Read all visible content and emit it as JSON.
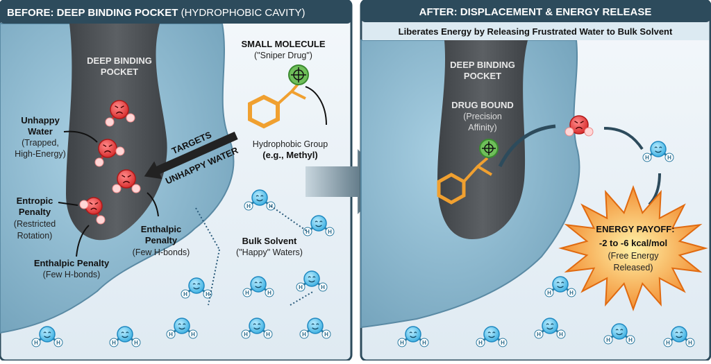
{
  "left_panel": {
    "title_bold": "BEFORE: DEEP BINDING POCKET",
    "title_light": "(HYDROPHOBIC CAVITY)",
    "pocket_label": [
      "DEEP BINDING",
      "POCKET"
    ],
    "small_molecule": {
      "title": "SMALL MOLECULE",
      "subtitle": "(\"Sniper Drug\")"
    },
    "hydrophobic_group": {
      "line1": "Hydrophobic Group",
      "line2": "(e.g., Methyl)"
    },
    "targets_arrow": {
      "line1": "TARGETS",
      "line2": "UNHAPPY WATER"
    },
    "unhappy_water": {
      "title": [
        "Unhappy",
        "Water"
      ],
      "desc": [
        "(Trapped,",
        "High-Energy)"
      ]
    },
    "entropic_penalty": {
      "title": [
        "Entropic",
        "Penalty"
      ],
      "desc": [
        "(Restricted",
        "Rotation)"
      ]
    },
    "enthalpic_penalty_right": {
      "title": [
        "Enthalpic",
        "Penalty"
      ],
      "desc": "(Few H-bonds)"
    },
    "enthalpic_penalty_bottom": {
      "title": "Enthalpic Penalty",
      "desc": "(Few H-bonds)"
    },
    "bulk_solvent": {
      "title": "Bulk Solvent",
      "desc": "(\"Happy\" Waters)"
    }
  },
  "right_panel": {
    "title": "AFTER: DISPLACEMENT & ENERGY RELEASE",
    "subtitle": "Liberates Energy by Releasing Frustrated Water to Bulk Solvent",
    "pocket_label": [
      "DEEP BINDING",
      "POCKET"
    ],
    "drug_bound": {
      "title": "DRUG BOUND",
      "desc": [
        "(Precision",
        "Affinity)"
      ]
    },
    "energy_payoff": {
      "title": "ENERGY PAYOFF:",
      "value": "-2 to -6 kcal/mol",
      "desc": [
        "(Free Energy",
        "Released)"
      ]
    }
  },
  "hydrogen_label": "H",
  "colors": {
    "header": "#2d4b5c",
    "protein": "#8fbcd4",
    "pocket": "#4a4e52",
    "unhappy": "#e83a3a",
    "happy": "#5cc6ee",
    "drug": "#f0a030",
    "payoff": "#f59a30"
  }
}
